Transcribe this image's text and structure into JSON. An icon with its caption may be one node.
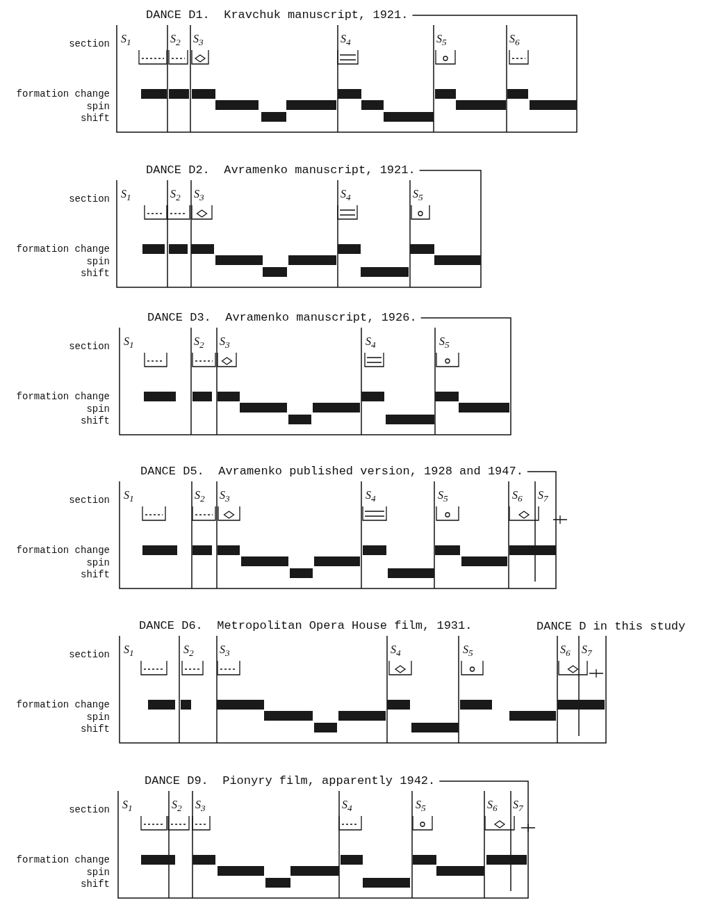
{
  "diagram": {
    "labels": [
      "DANCE D1.  Kravchuk manuscript, 1921.",
      "section",
      "S$_{1}$",
      "S$_{2}$",
      "S$_{3}$",
      "S$_{4}$",
      "S$_{5}$",
      "S$_{6}$",
      "formation change",
      "spin",
      "shift",
      "DANCE D2.  Avramenko manuscript, 1921.",
      "section",
      "S$_{1}$",
      "S$_{2}$",
      "S$_{3}$",
      "S$_{4}$",
      "S$_{5}$",
      "formation change",
      "spin",
      "shift",
      "DANCE D3.  Avramenko manuscript, 1926.",
      "section",
      "S$_{1}$",
      "S$_{2}$",
      "S$_{3}$",
      "S$_{4}$",
      "S$_{5}$",
      "formation change",
      "spin",
      "shift",
      "DANCE D5.  Avramenko published version, 1928 and 1947.",
      "section",
      "S$_{1}$",
      "S$_{2}$",
      "S$_{3}$",
      "S$_{4}$",
      "S$_{5}$",
      "S$_{6}$",
      "S$_{7}$",
      "formation change",
      "spin",
      "shift",
      "DANCE D6.  Metropolitan Opera House film, 1931.",
      "DANCE D in this study",
      "section",
      "S$_{1}$",
      "S$_{2}$",
      "S$_{3}$",
      "S$_{4}$",
      "S$_{5}$",
      "S$_{6}$",
      "S$_{7}$",
      "formation change",
      "spin",
      "shift",
      "DANCE D9.  Pionyry film, apparently 1942.",
      "section",
      "S$_{1}$",
      "S$_{2}$",
      "S$_{3}$",
      "S$_{4}$",
      "S$_{5}$",
      "S$_{6}$",
      "S$_{7}$",
      "formation change",
      "spin",
      "shift"
    ]
  }
}
